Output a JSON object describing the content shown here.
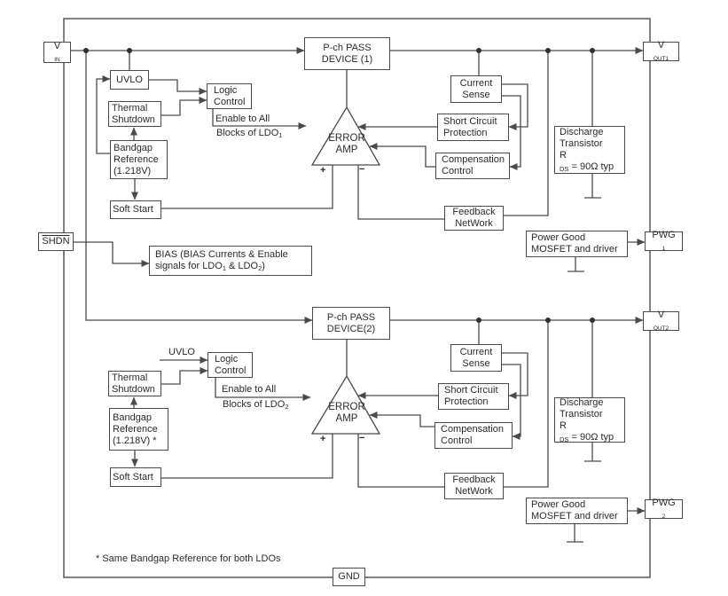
{
  "diagram": {
    "note": "* Same Bandgap Reference for both LDOs"
  },
  "colors": {
    "line": "#4a4a4a",
    "text": "#2b2b2b",
    "background": "#ffffff"
  },
  "pins": {
    "vin": {
      "base": "V",
      "sub": "IN"
    },
    "vout1": {
      "base": "V",
      "sub": "OUT1"
    },
    "shdn": {
      "label": "SHDN"
    },
    "vout2": {
      "base": "V",
      "sub": "OUT2"
    },
    "pwg1": {
      "base": "PWG",
      "sub": "1"
    },
    "pwg2": {
      "base": "PWG",
      "sub": "2"
    },
    "gnd": {
      "label": "GND"
    }
  },
  "ldo1": {
    "pass_device": {
      "line1": "P-ch PASS",
      "line2": "DEVICE (1)"
    },
    "uvlo": {
      "label": "UVLO"
    },
    "logic_control": {
      "line1": "Logic",
      "line2": "Control"
    },
    "thermal_shutdown": {
      "line1": "Thermal",
      "line2": "Shutdown"
    },
    "bandgap": {
      "line1": "Bandgap",
      "line2": "Reference",
      "line3": "(1.218V)"
    },
    "soft_start": {
      "label": "Soft Start"
    },
    "enable": {
      "line1": "Enable to All",
      "line2_base": "Blocks of LDO",
      "line2_sub": "1"
    },
    "error_amp": {
      "line1": "ERROR",
      "line2": "AMP",
      "plus": "+",
      "minus": "−"
    },
    "current_sense": {
      "line1": "Current",
      "line2": "Sense"
    },
    "short_circuit": {
      "line1": "Short Circuit",
      "line2": "Protection"
    },
    "compensation": {
      "line1": "Compensation",
      "line2": "Control"
    },
    "feedback": {
      "line1": "Feedback",
      "line2": "NetWork"
    },
    "discharge": {
      "line1": "Discharge",
      "line2": "Transistor",
      "r_base": "R",
      "r_sub": "DS",
      "r_rest": " = 90Ω typ"
    },
    "power_good": {
      "line1": "Power Good",
      "line2": "MOSFET and driver"
    }
  },
  "ldo2": {
    "pass_device": {
      "line1": "P-ch PASS",
      "line2": "DEVICE(2)"
    },
    "uvlo": {
      "label": "UVLO"
    },
    "logic_control": {
      "line1": "Logic",
      "line2": "Control"
    },
    "thermal_shutdown": {
      "line1": "Thermal",
      "line2": "Shutdown"
    },
    "bandgap": {
      "line1": "Bandgap",
      "line2": "Reference",
      "line3": "(1.218V) *"
    },
    "soft_start": {
      "label": "Soft Start"
    },
    "enable": {
      "line1": "Enable to All",
      "line2_base": "Blocks of LDO",
      "line2_sub": "2"
    },
    "error_amp": {
      "line1": "ERROR",
      "line2": "AMP",
      "plus": "+",
      "minus": "−"
    },
    "current_sense": {
      "line1": "Current",
      "line2": "Sense"
    },
    "short_circuit": {
      "line1": "Short Circuit",
      "line2": "Protection"
    },
    "compensation": {
      "line1": "Compensation",
      "line2": "Control"
    },
    "feedback": {
      "line1": "Feedback",
      "line2": "NetWork"
    },
    "discharge": {
      "line1": "Discharge",
      "line2": "Transistor",
      "r_base": "R",
      "r_sub": "DS",
      "r_rest": " = 90Ω typ"
    },
    "power_good": {
      "line1": "Power Good",
      "line2": "MOSFET and driver"
    }
  },
  "bias": {
    "line1": "BIAS (BIAS Currents & Enable",
    "line2_a": "signals for LDO",
    "line2_sub1": "1",
    "line2_b": " & LDO",
    "line2_sub2": "2",
    "line2_c": ")"
  }
}
